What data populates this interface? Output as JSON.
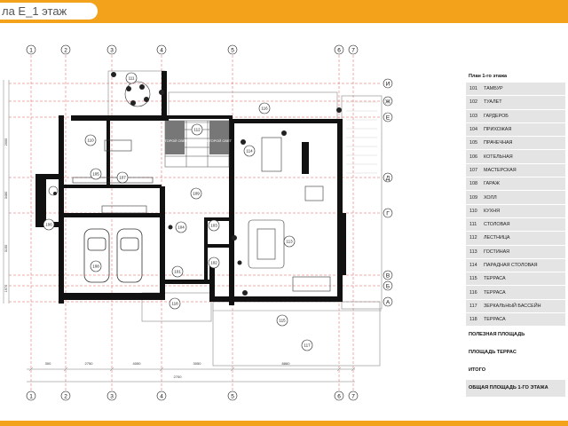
{
  "header": {
    "title": "ла Е_1 этаж"
  },
  "axes": {
    "columns": [
      "1",
      "2",
      "3",
      "4",
      "5",
      "6",
      "7"
    ],
    "rows": [
      "И",
      "Ж",
      "Е",
      "Д",
      "Г",
      "В",
      "Б",
      "А"
    ]
  },
  "dimensions": {
    "bottom": [
      "300",
      "2750",
      "4050",
      "3050",
      "8860",
      "2700"
    ],
    "left": [
      "2000",
      "3480",
      "3150",
      "1970"
    ]
  },
  "room_tags": [
    "101",
    "102",
    "103",
    "104",
    "105",
    "106",
    "107",
    "108",
    "109",
    "110",
    "111",
    "112",
    "113",
    "114",
    "115",
    "116",
    "117",
    "118"
  ],
  "equipment_labels": [
    "ВТОРОЙ СВЕТ",
    "ВТОРОЙ СВЕТ"
  ],
  "legend": {
    "title": "План 1-го этажа",
    "rooms": [
      {
        "num": "101",
        "name": "ТАМБУР"
      },
      {
        "num": "102",
        "name": "ТУАЛЕТ"
      },
      {
        "num": "103",
        "name": "ГАРДЕРОБ"
      },
      {
        "num": "104",
        "name": "ПРИХОЖАЯ"
      },
      {
        "num": "105",
        "name": "ПРАЧЕЧНАЯ"
      },
      {
        "num": "106",
        "name": "КОТЕЛЬНАЯ"
      },
      {
        "num": "107",
        "name": "МАСТЕРСКАЯ"
      },
      {
        "num": "108",
        "name": "ГАРАЖ"
      },
      {
        "num": "109",
        "name": "ХОЛЛ"
      },
      {
        "num": "110",
        "name": "КУХНЯ"
      },
      {
        "num": "111",
        "name": "СТОЛОВАЯ"
      },
      {
        "num": "112",
        "name": "ЛЕСТНИЦА"
      },
      {
        "num": "113",
        "name": "ГОСТИНАЯ"
      },
      {
        "num": "114",
        "name": "ПАРАДНАЯ СТОЛОВАЯ"
      },
      {
        "num": "115",
        "name": "ТЕРРАСА"
      },
      {
        "num": "116",
        "name": "ТЕРРАСА"
      },
      {
        "num": "117",
        "name": "ЗЕРКАЛЬНЫЙ БАССЕЙН"
      },
      {
        "num": "118",
        "name": "ТЕРРАСА"
      }
    ],
    "summary": [
      "ПОЛЕЗНАЯ ПЛОЩАДЬ",
      "ПЛОЩАДЬ ТЕРРАС",
      "ИТОГО",
      "ОБЩАЯ ПЛОЩАДЬ 1-ГО ЭТАЖА"
    ]
  }
}
